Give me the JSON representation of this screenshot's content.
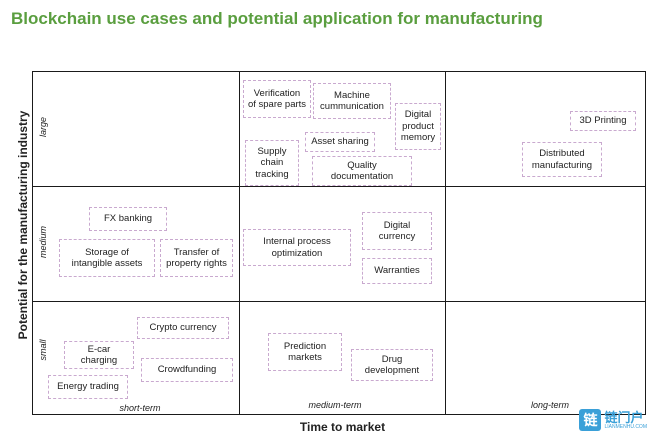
{
  "title": "Blockchain use cases and potential application for manufacturing",
  "axis": {
    "y_label": "Potential for the manufacturing industry",
    "x_label": "Time to market"
  },
  "rows": [
    "large",
    "medium",
    "small"
  ],
  "columns": [
    "short-term",
    "medium-term",
    "long-term"
  ],
  "items": {
    "verification": "Verification\nof spare parts",
    "machine_comm": "Machine\ncummunication",
    "digital_memory": "Digital\nproduct\nmemory",
    "supply_chain": "Supply\nchain\ntracking",
    "asset_sharing": "Asset sharing",
    "quality_doc": "Quality\ndocumentation",
    "printing_3d": "3D Printing",
    "distributed_mfg": "Distributed\nmanufacturing",
    "fx_banking": "FX banking",
    "storage_assets": "Storage of\nintangible assets",
    "transfer_property": "Transfer of\nproperty rights",
    "internal_process": "Internal process\noptimization",
    "digital_currency": "Digital\ncurrency",
    "warranties": "Warranties",
    "crypto_currency": "Crypto currency",
    "e_car": "E-car\ncharging",
    "crowdfunding": "Crowdfunding",
    "energy_trading": "Energy trading",
    "prediction_markets": "Prediction\nmarkets",
    "drug_development": "Drug\ndevelopment"
  },
  "watermark": {
    "icon_text": "链",
    "text": "链门户",
    "sub": "LIANMENHU.COM"
  },
  "colors": {
    "title": "#5a9e3f",
    "box_border": "#c9a9cf",
    "grid_line": "#1a1a1a",
    "watermark": "#3aa0d8"
  }
}
